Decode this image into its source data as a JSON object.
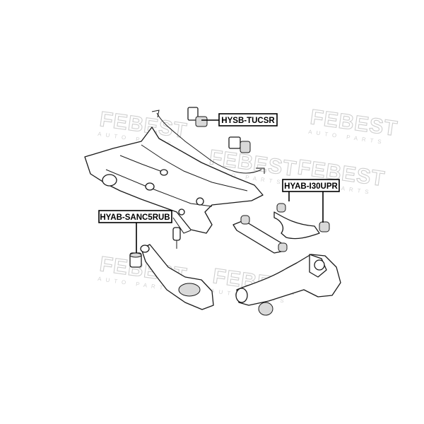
{
  "watermark": {
    "brand": "FEBEST",
    "tagline": "AUTO PARTS"
  },
  "callouts": [
    {
      "id": "hysb",
      "label": "HYSB-TUCSR"
    },
    {
      "id": "hyab_i30",
      "label": "HYAB-I30UPR"
    },
    {
      "id": "hyab_sanc",
      "label": "HYAB-SANC5RUB"
    }
  ]
}
